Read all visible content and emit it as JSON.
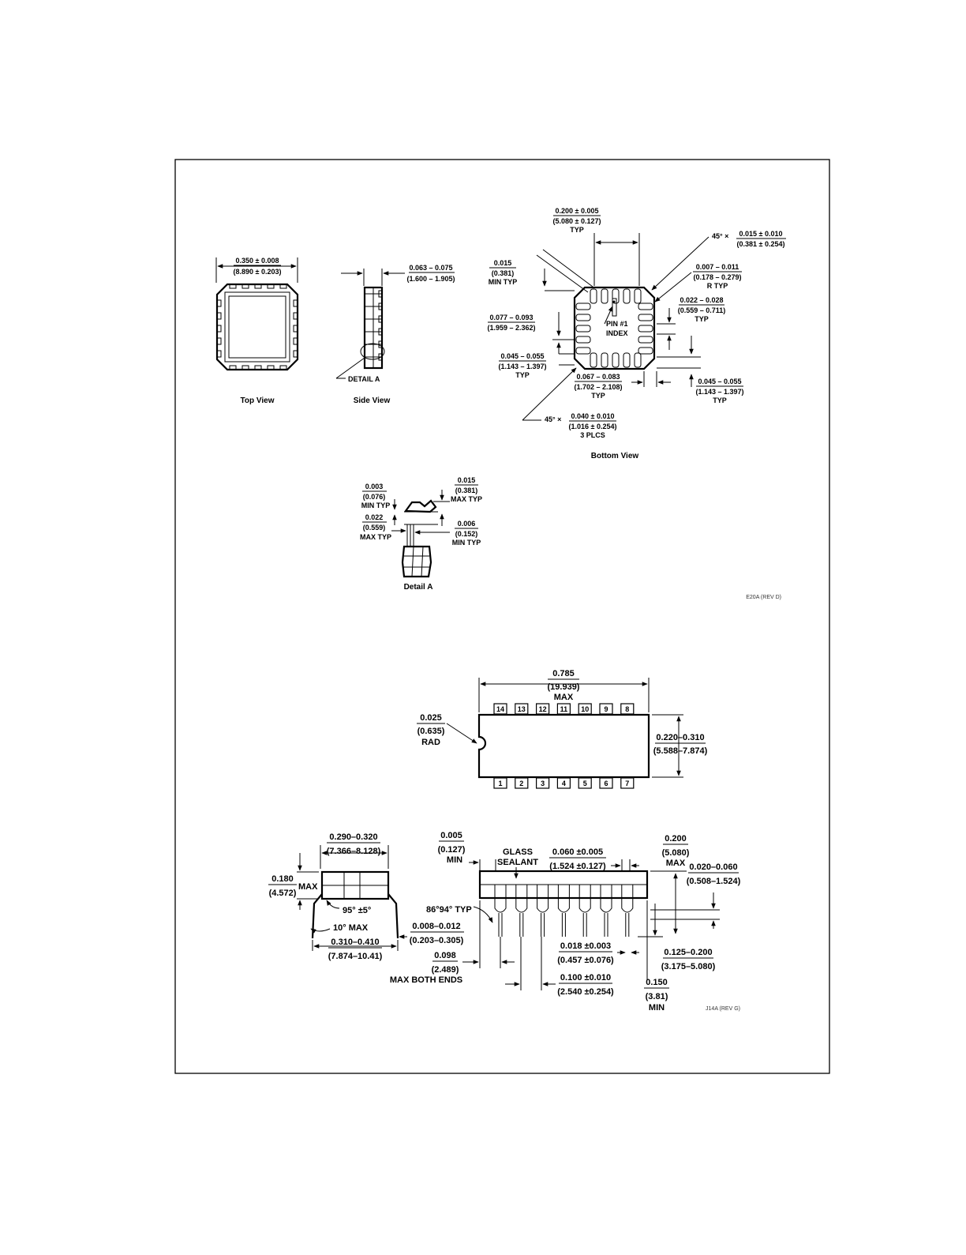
{
  "lcc": {
    "top_view": {
      "caption": "Top View",
      "width": "0.350 ± 0.008",
      "width_mm": "(8.890 ± 0.203)"
    },
    "side_view": {
      "caption": "Side View",
      "thickness": "0.063 – 0.075",
      "thickness_mm": "(1.600 – 1.905)",
      "detail_label": "DETAIL A"
    },
    "bottom_view": {
      "caption": "Bottom View",
      "pad_pitch": "0.200 ± 0.005",
      "pad_pitch_mm": "(5.080 ± 0.127)",
      "pad_pitch_note": "TYP",
      "chamfer_prefix": "45° ×",
      "chamfer": "0.015 ± 0.010",
      "chamfer_mm": "(0.381 ± 0.254)",
      "left_top": "0.015",
      "left_top_mm": "(0.381)",
      "left_top_note": "MIN TYP",
      "radius": "0.007 – 0.011",
      "radius_mm": "(0.178 – 0.279)",
      "radius_note": "R TYP",
      "pad_width": "0.022 – 0.028",
      "pad_width_mm": "(0.559 – 0.711)",
      "pad_width_note": "TYP",
      "left_mid": "0.077 – 0.093",
      "left_mid_mm": "(1.959 – 2.362)",
      "pin_index_1": "PIN #1",
      "pin_index_2": "INDEX",
      "left_low": "0.045 – 0.055",
      "left_low_mm": "(1.143 – 1.397)",
      "left_low_note": "TYP",
      "pad_len": "0.067 – 0.083",
      "pad_len_mm": "(1.702 – 2.108)",
      "pad_len_note": "TYP",
      "right_low": "0.045 – 0.055",
      "right_low_mm": "(1.143 – 1.397)",
      "right_low_note": "TYP",
      "corner_prefix": "45° ×",
      "corner": "0.040 ± 0.010",
      "corner_mm": "(1.016 ± 0.254)",
      "corner_note": "3 PLCS"
    },
    "detail_a": {
      "caption": "Detail A",
      "a": "0.003",
      "a_mm": "(0.076)",
      "a_note": "MIN TYP",
      "b": "0.015",
      "b_mm": "(0.381)",
      "b_note": "MAX TYP",
      "c": "0.022",
      "c_mm": "(0.559)",
      "c_note": "MAX TYP",
      "d": "0.006",
      "d_mm": "(0.152)",
      "d_note": "MIN TYP"
    },
    "rev": "E20A (REV D)"
  },
  "dip": {
    "top": {
      "length": "0.785",
      "length_mm": "(19.939)",
      "length_note": "MAX",
      "notch": "0.025",
      "notch_mm": "(0.635)",
      "notch_note": "RAD",
      "width": "0.220–0.310",
      "width_mm": "(5.588–7.874)",
      "pins_top": [
        "14",
        "13",
        "12",
        "11",
        "10",
        "9",
        "8"
      ],
      "pins_bottom": [
        "1",
        "2",
        "3",
        "4",
        "5",
        "6",
        "7"
      ]
    },
    "end_view": {
      "row_spacing": "0.290–0.320",
      "row_spacing_mm": "(7.366–8.128)",
      "height": "0.180",
      "height_mm": "(4.572)",
      "height_note": "MAX",
      "angle": "95° ±5°",
      "lead_angle": "10° MAX",
      "lead_thick": "0.008–0.012",
      "lead_thick_mm": "(0.203–0.305)",
      "spread": "0.310–0.410",
      "spread_mm": "(7.874–10.41)"
    },
    "side_view": {
      "shoulder": "0.005",
      "shoulder_mm": "(0.127)",
      "shoulder_note": "MIN",
      "glass_1": "GLASS",
      "glass_2": "SEALANT",
      "lead_w": "0.060 ±0.005",
      "lead_w_mm": "(1.524 ±0.127)",
      "body_h": "0.200",
      "body_h_mm": "(5.080)",
      "body_h_note": "MAX",
      "seat": "0.020–0.060",
      "seat_mm": "(0.508–1.524)",
      "lead_angle": "86°94° TYP",
      "lead_d": "0.018 ±0.003",
      "lead_d_mm": "(0.457 ±0.076)",
      "lead_len": "0.125–0.200",
      "lead_len_mm": "(3.175–5.080)",
      "end": "0.098",
      "end_mm": "(2.489)",
      "end_note": "MAX BOTH ENDS",
      "pitch": "0.100 ±0.010",
      "pitch_mm": "(2.540 ±0.254)",
      "standoff": "0.150",
      "standoff_mm": "(3.81)",
      "standoff_note": "MIN"
    },
    "rev": "J14A (REV G)"
  }
}
